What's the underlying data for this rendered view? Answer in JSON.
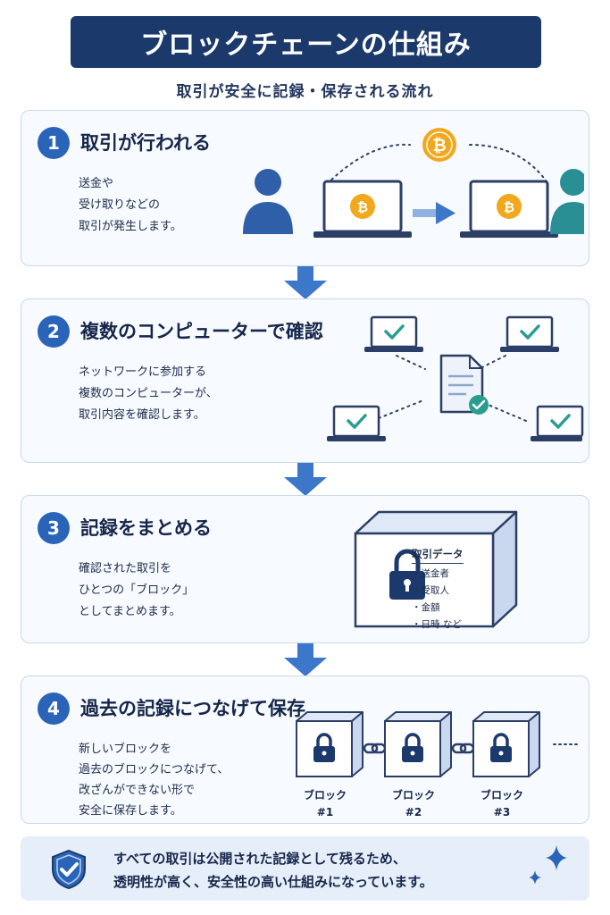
{
  "title": "ブロックチェーンの仕組み",
  "subtitle": "取引が安全に記録・保存される流れ",
  "steps": [
    {
      "number": "1",
      "title": "取引が行われる",
      "desc": [
        "送金や",
        "受け取りなどの",
        "取引が発生します。"
      ]
    },
    {
      "number": "2",
      "title": "複数のコンピューターで確認",
      "desc": [
        "ネットワークに参加する",
        "複数のコンピューターが、",
        "取引内容を確認します。"
      ]
    },
    {
      "number": "3",
      "title": "記録をまとめる",
      "desc": [
        "確認された取引を",
        "ひとつの「ブロック」",
        "としてまとめます。"
      ]
    },
    {
      "number": "4",
      "title": "過去の記録につなげて保存",
      "desc": [
        "新しいブロックを",
        "過去のブロックにつなげて、",
        "改ざんができない形で",
        "安全に保存します。"
      ]
    }
  ],
  "block_data": {
    "heading": "取引データ",
    "items": [
      "・送金者",
      "・受取人",
      "・金額",
      "・日時 など"
    ]
  },
  "chain_blocks": [
    {
      "label": "ブロック",
      "number": "#1"
    },
    {
      "label": "ブロック",
      "number": "#2"
    },
    {
      "label": "ブロック",
      "number": "#3"
    }
  ],
  "footer": {
    "lines": [
      "すべての取引は公開された記録として残るため、",
      "透明性が高く、安全性の高い仕組みになっています。"
    ]
  },
  "icons": {
    "coin": "bitcoin-coin-icon",
    "user": "user-icon",
    "laptop": "laptop-icon",
    "check": "check-icon",
    "document": "document-icon",
    "lock": "lock-icon",
    "shield": "shield-check-icon",
    "sparkle": "sparkle-icon"
  },
  "colors": {
    "navy": "#1b3a6b",
    "step_blue": "#2a64b8",
    "arrow_blue": "#3d77c9",
    "teal": "#2a9d8f",
    "coin": "#f2a81d",
    "card_bg": "#f7faff"
  }
}
